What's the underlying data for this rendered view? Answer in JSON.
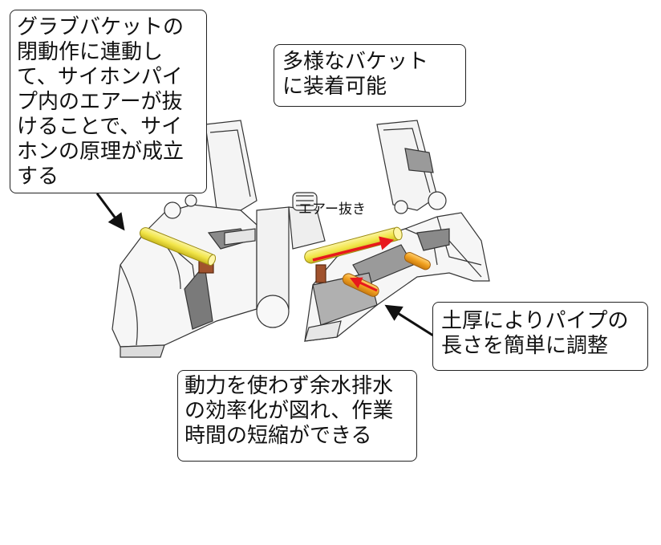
{
  "callouts": {
    "siphon": "グラブバケットの\n閉動作に連動し\nて、サイホンパイ\nプ内のエアーが抜\nけることで、サイ\nホンの原理が成立\nする",
    "bucket": "多様なバケット\nに装着可能",
    "pipe": "土厚によりパイプの\n長さを簡単に調整",
    "power": "動力を使わず余水排水\nの効率化が図れ、作業\n時間の短縮ができる"
  },
  "labels": {
    "air_release": "エアー抜き"
  },
  "colors": {
    "pipe_yellow": "#f2e64a",
    "pipe_orange": "#f0a020",
    "flow_arrow": "#e8181c",
    "outline": "#333333",
    "shade": "#8a8a8a"
  },
  "icons": {
    "flow": "red-flow-arrow",
    "pointer": "black-pointer-arrow"
  }
}
